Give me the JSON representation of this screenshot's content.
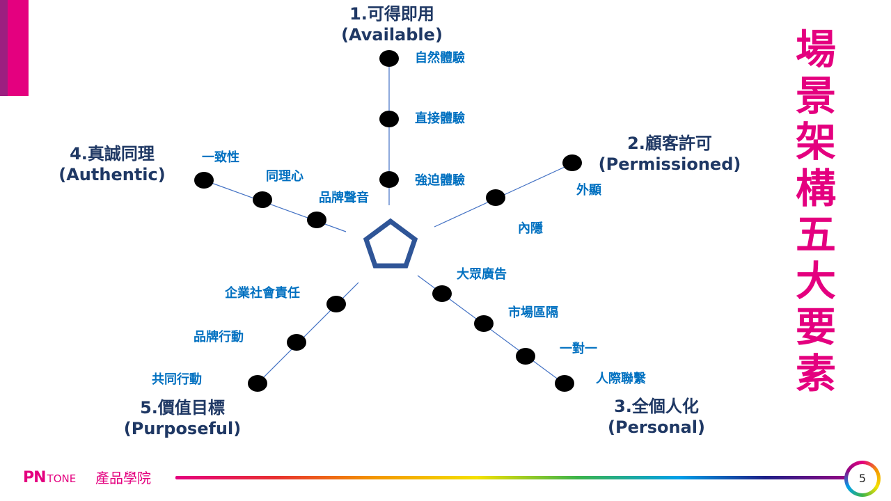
{
  "heading": {
    "chars": [
      "場",
      "景",
      "架",
      "構",
      "五",
      "大",
      "要",
      "素"
    ]
  },
  "footer": {
    "logo_main": "PNTONE",
    "logo_sub": "TONE",
    "academy": "產品學院",
    "page_number": "5"
  },
  "branches": [
    {
      "title_zh": "1.可得即用",
      "title_en": "(Available)",
      "items": [
        "自然體驗",
        "直接體驗",
        "強迫體驗"
      ]
    },
    {
      "title_zh": "2.顧客許可",
      "title_en": "(Permissioned)",
      "items": [
        "外顯",
        "內隱"
      ]
    },
    {
      "title_zh": "3.全個人化",
      "title_en": "(Personal)",
      "items": [
        "大眾廣告",
        "市場區隔",
        "一對一",
        "人際聯繫"
      ]
    },
    {
      "title_zh": "4.真誠同理",
      "title_en": "(Authentic)",
      "items": [
        "一致性",
        "同理心",
        "品牌聲音"
      ]
    },
    {
      "title_zh": "5.價值目標",
      "title_en": "(Purposeful)",
      "items": [
        "企業社會責任",
        "品牌行動",
        "共同行動"
      ]
    }
  ],
  "colors": {
    "accent": "#e4007f",
    "label": "#0070c0",
    "title": "#1f3864",
    "line": "#4472c4",
    "pentagon": "#2f5597",
    "dot": "#000000"
  }
}
